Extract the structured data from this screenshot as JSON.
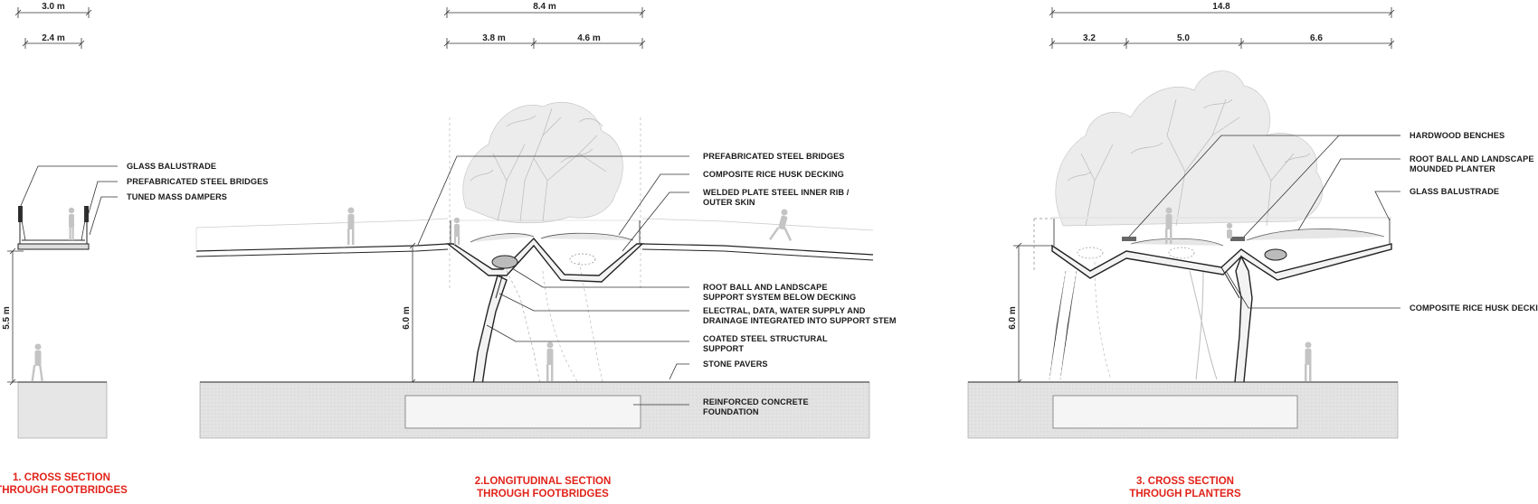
{
  "section1": {
    "dims": [
      "3.0 m",
      "2.4 m"
    ],
    "height_dim": "5.5 m",
    "labels": [
      "GLASS BALUSTRADE",
      "PREFABRICATED STEEL BRIDGES",
      "TUNED MASS DAMPERS"
    ],
    "caption": [
      "1. CROSS SECTION",
      "THROUGH FOOTBRIDGES"
    ]
  },
  "section2": {
    "dims": [
      "8.4 m",
      "3.8 m",
      "4.6 m"
    ],
    "height_dim": "6.0 m",
    "labels": [
      [
        "PREFABRICATED STEEL BRIDGES"
      ],
      [
        "COMPOSITE RICE HUSK DECKING"
      ],
      [
        "WELDED PLATE STEEL INNER RIB /",
        "OUTER SKIN"
      ],
      [
        "ROOT BALL AND LANDSCAPE",
        "SUPPORT SYSTEM BELOW DECKING"
      ],
      [
        "ELECTRAL, DATA, WATER SUPPLY AND",
        "DRAINAGE INTEGRATED INTO SUPPORT STEM"
      ],
      [
        "COATED STEEL STRUCTURAL",
        "SUPPORT"
      ],
      [
        "STONE PAVERS"
      ],
      [
        "REINFORCED CONCRETE",
        "FOUNDATION"
      ]
    ],
    "caption": [
      "2.LONGITUDINAL SECTION",
      "THROUGH FOOTBRIDGES"
    ]
  },
  "section3": {
    "dims": [
      "14.8",
      "3.2",
      "5.0",
      "6.6"
    ],
    "height_dim": "6.0 m",
    "labels": [
      [
        "HARDWOOD BENCHES"
      ],
      [
        "ROOT BALL AND LANDSCAPE",
        "MOUNDED PLANTER"
      ],
      [
        "GLASS BALUSTRADE"
      ],
      [
        "COMPOSITE RICE HUSK DECKING"
      ]
    ],
    "caption": [
      "3. CROSS SECTION",
      "THROUGH PLANTERS"
    ]
  },
  "colors": {
    "caption": "#e2231a",
    "line": "#222222",
    "ground": "#e6e6e6"
  }
}
